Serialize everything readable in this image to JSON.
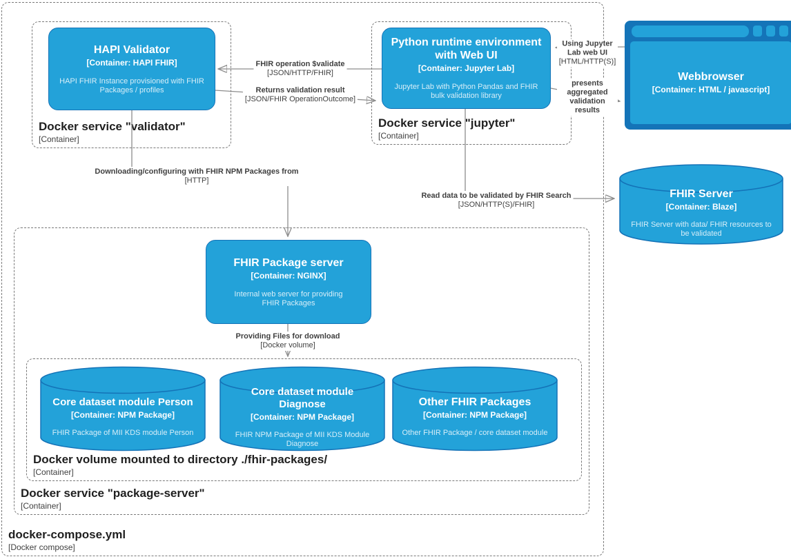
{
  "colors": {
    "node_fill": "#23A2D9",
    "node_stroke": "#1472B7",
    "browser_frame": "#1474B8",
    "edge": "#8C8C8C",
    "label_text": "#3F3F3F",
    "group_border": "#787878"
  },
  "outer": {
    "label": "docker-compose.yml",
    "sublabel": "[Docker compose]"
  },
  "groups": {
    "validator": {
      "label": "Docker service \"validator\"",
      "sublabel": "[Container]"
    },
    "jupyter": {
      "label": "Docker service \"jupyter\"",
      "sublabel": "[Container]"
    },
    "package_server": {
      "label": "Docker service \"package-server\"",
      "sublabel": "[Container]"
    },
    "volume": {
      "label": "Docker volume mounted to directory ./fhir-packages/",
      "sublabel": "[Container]"
    }
  },
  "nodes": {
    "hapi_validator": {
      "title": "HAPI Validator",
      "meta": "[Container: HAPI FHIR]",
      "desc": "HAPI FHIR Instance provisioned with FHIR Packages / profiles"
    },
    "python_runtime": {
      "title": "Python runtime environment with Web UI",
      "meta": "[Container: Jupyter Lab]",
      "desc": "Jupyter Lab with Python Pandas and FHIR bulk validation library"
    },
    "webbrowser": {
      "title": "Webbrowser",
      "meta": "[Container: HTML / javascript]"
    },
    "fhir_server": {
      "title": "FHIR Server",
      "meta": "[Container: Blaze]",
      "desc": "FHIR Server with data/ FHIR resources to be validated"
    },
    "fhir_package_server": {
      "title": "FHIR Package server",
      "meta": "[Container: NGINX]",
      "desc": "Internal web server for providing FHIR Packages"
    },
    "module_person": {
      "title": "Core dataset module Person",
      "meta": "[Container: NPM Package]",
      "desc": "FHIR Package of MII KDS module Person"
    },
    "module_diagnose": {
      "title": "Core dataset module Diagnose",
      "meta": "[Container: NPM Package]",
      "desc": "FHIR NPM Package of MII KDS Module Diagnose"
    },
    "other_packages": {
      "title": "Other FHIR Packages",
      "meta": "[Container: NPM Package]",
      "desc": "Other FHIR Package / core dataset module"
    }
  },
  "edges": {
    "validate": {
      "label": "FHIR operation $validate",
      "meta": "[JSON/HTTP/FHIR]"
    },
    "returns": {
      "label": "Returns validation result",
      "meta": "[JSON/FHIR OperationOutcome]"
    },
    "download": {
      "label": "Downloading/configuring with FHIR NPM Packages from",
      "meta": "[HTTP]"
    },
    "using": {
      "label": "Using Jupyter Lab web UI",
      "meta": "[HTML/HTTP(S)]"
    },
    "presents": {
      "label": "presents aggregated validation results"
    },
    "read": {
      "label": "Read data to be validated by FHIR Search",
      "meta": "[JSON/HTTP(S)/FHIR]"
    },
    "providing": {
      "label": "Providing Files for download",
      "meta": "[Docker volume]"
    }
  }
}
